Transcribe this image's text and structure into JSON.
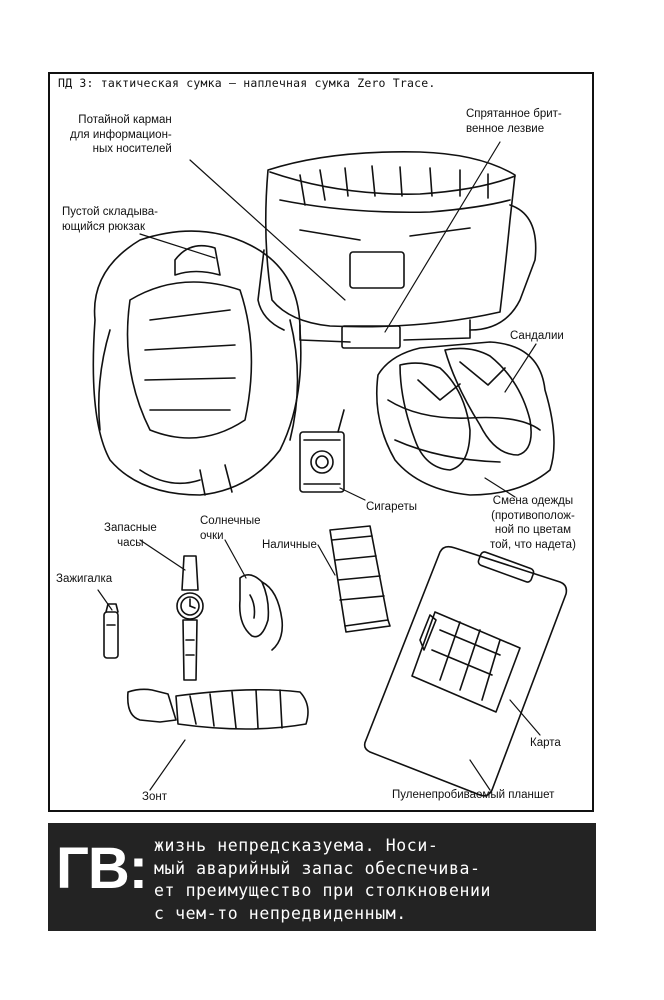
{
  "heading": "ПД 3: тактическая сумка — наплечная сумка Zero Trace.",
  "labels": {
    "secret_pocket": "Потайной карман\nдля информацион-\nных носителей",
    "razor": "Спрятанное брит-\nвенное лезвие",
    "backpack": "Пустой складыва-\nющийся рюкзак",
    "sandals": "Сандалии",
    "cigarettes": "Сигареты",
    "clothes": "Смена одежды\n(противополож-\nной по цветам\nтой, что надета)",
    "watch": "Запасные\nчасы",
    "sunglasses": "Солнечные\nочки",
    "cash": "Наличные",
    "lighter": "Зажигалка",
    "map": "Карта",
    "umbrella": "Зонт",
    "clipboard": "Пуленепробиваемый планшет"
  },
  "callout": {
    "mark": "ГВ:",
    "text": "жизнь непредсказуема. Носи-\nмый аварийный запас обеспечива-\nет преимущество при столкновении\nс чем-то непредвиденным."
  },
  "colors": {
    "ink": "#111111",
    "callout_bg": "#232323",
    "callout_text": "#ffffff"
  }
}
